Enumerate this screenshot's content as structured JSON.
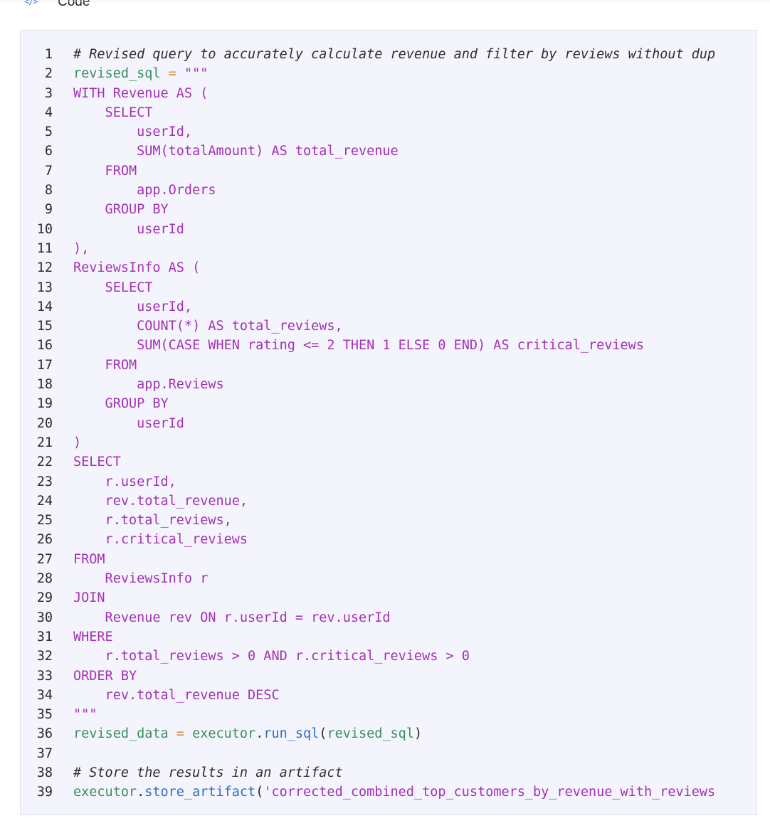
{
  "header": {
    "icon": "code-icon",
    "icon_glyph": "</>",
    "title": "Code"
  },
  "colors": {
    "panel_bg": "#f4f4fd",
    "sql_text": "#a232b3",
    "identifier": "#3a8f5c",
    "operator": "#c98a3a",
    "function": "#2f6dc2",
    "comment": "#2e2e2e"
  },
  "code": {
    "lines": [
      [
        {
          "t": "# Revised query to accurately calculate revenue and filter by reviews without dup",
          "c": "comment"
        }
      ],
      [
        {
          "t": "revised_sql",
          "c": "name"
        },
        {
          "t": " = ",
          "c": "op"
        },
        {
          "t": "\"\"\"",
          "c": "str"
        }
      ],
      [
        {
          "t": "WITH Revenue AS (",
          "c": "sql"
        }
      ],
      [
        {
          "t": "    SELECT",
          "c": "sql"
        }
      ],
      [
        {
          "t": "        userId,",
          "c": "sql"
        }
      ],
      [
        {
          "t": "        SUM(totalAmount) AS total_revenue",
          "c": "sql"
        }
      ],
      [
        {
          "t": "    FROM",
          "c": "sql"
        }
      ],
      [
        {
          "t": "        app.Orders",
          "c": "sql"
        }
      ],
      [
        {
          "t": "    GROUP BY",
          "c": "sql"
        }
      ],
      [
        {
          "t": "        userId",
          "c": "sql"
        }
      ],
      [
        {
          "t": "),",
          "c": "sql"
        }
      ],
      [
        {
          "t": "ReviewsInfo AS (",
          "c": "sql"
        }
      ],
      [
        {
          "t": "    SELECT",
          "c": "sql"
        }
      ],
      [
        {
          "t": "        userId,",
          "c": "sql"
        }
      ],
      [
        {
          "t": "        COUNT(*) AS total_reviews,",
          "c": "sql"
        }
      ],
      [
        {
          "t": "        SUM(CASE WHEN rating <= 2 THEN 1 ELSE 0 END) AS critical_reviews",
          "c": "sql"
        }
      ],
      [
        {
          "t": "    FROM",
          "c": "sql"
        }
      ],
      [
        {
          "t": "        app.Reviews",
          "c": "sql"
        }
      ],
      [
        {
          "t": "    GROUP BY",
          "c": "sql"
        }
      ],
      [
        {
          "t": "        userId",
          "c": "sql"
        }
      ],
      [
        {
          "t": ")",
          "c": "sql"
        }
      ],
      [
        {
          "t": "SELECT",
          "c": "sql"
        }
      ],
      [
        {
          "t": "    r.userId,",
          "c": "sql"
        }
      ],
      [
        {
          "t": "    rev.total_revenue,",
          "c": "sql"
        }
      ],
      [
        {
          "t": "    r.total_reviews,",
          "c": "sql"
        }
      ],
      [
        {
          "t": "    r.critical_reviews",
          "c": "sql"
        }
      ],
      [
        {
          "t": "FROM",
          "c": "sql"
        }
      ],
      [
        {
          "t": "    ReviewsInfo r",
          "c": "sql"
        }
      ],
      [
        {
          "t": "JOIN",
          "c": "sql"
        }
      ],
      [
        {
          "t": "    Revenue rev ON r.userId = rev.userId",
          "c": "sql"
        }
      ],
      [
        {
          "t": "WHERE",
          "c": "sql"
        }
      ],
      [
        {
          "t": "    r.total_reviews > 0 AND r.critical_reviews > 0",
          "c": "sql"
        }
      ],
      [
        {
          "t": "ORDER BY",
          "c": "sql"
        }
      ],
      [
        {
          "t": "    rev.total_revenue DESC",
          "c": "sql"
        }
      ],
      [
        {
          "t": "\"\"\"",
          "c": "str"
        }
      ],
      [
        {
          "t": "revised_data",
          "c": "name"
        },
        {
          "t": " = ",
          "c": "op"
        },
        {
          "t": "executor",
          "c": "name"
        },
        {
          "t": ".",
          "c": "plain"
        },
        {
          "t": "run_sql",
          "c": "fn"
        },
        {
          "t": "(",
          "c": "plain"
        },
        {
          "t": "revised_sql",
          "c": "name"
        },
        {
          "t": ")",
          "c": "plain"
        }
      ],
      [],
      [
        {
          "t": "# Store the results in an artifact",
          "c": "comment"
        }
      ],
      [
        {
          "t": "executor",
          "c": "name"
        },
        {
          "t": ".",
          "c": "plain"
        },
        {
          "t": "store_artifact",
          "c": "fn"
        },
        {
          "t": "(",
          "c": "plain"
        },
        {
          "t": "'corrected_combined_top_customers_by_revenue_with_reviews",
          "c": "str"
        }
      ]
    ]
  }
}
